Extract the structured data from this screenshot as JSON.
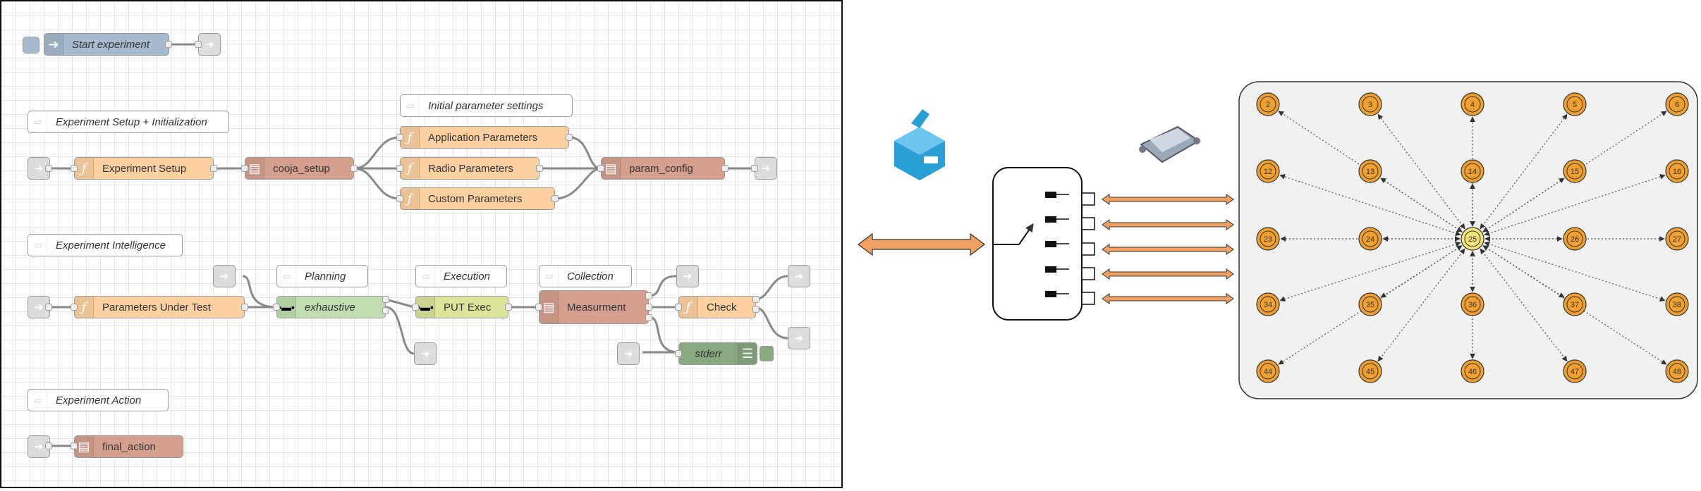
{
  "flow": {
    "start_label": "Start experiment",
    "comments": {
      "setup": "Experiment Setup + Initialization",
      "initial_params": "Initial parameter settings",
      "intelligence": "Experiment Intelligence",
      "planning": "Planning",
      "execution": "Execution",
      "collection": "Collection",
      "action": "Experiment Action"
    },
    "nodes": {
      "experiment_setup": "Experiment Setup",
      "cooja_setup": "cooja_setup",
      "app_params": "Application Parameters",
      "radio_params": "Radio Parameters",
      "custom_params": "Custom Parameters",
      "param_config": "param_config",
      "params_under_test": "Parameters Under Test",
      "exhaustive": "exhaustive",
      "put_exec": "PUT Exec",
      "measurment": "Measurment",
      "check": "Check",
      "stderr": "stderr",
      "final_action": "final_action"
    }
  },
  "network": {
    "center": "25",
    "outer": [
      "2",
      "3",
      "4",
      "5",
      "6",
      "12",
      "16",
      "23",
      "27",
      "34",
      "38",
      "44",
      "45",
      "46",
      "47",
      "48"
    ],
    "inner": [
      "13",
      "14",
      "15",
      "24",
      "26",
      "35",
      "36",
      "37"
    ]
  },
  "icons": {
    "hub": "usb-hub-icon",
    "ethernet": "ethernet-cable-icon",
    "serial": "serial-connector-icon"
  },
  "colors": {
    "function_node": "#fdd0a2",
    "template_node": "#d6a08f",
    "sensor_node": "#f0a030",
    "arrow": "#f0a060"
  }
}
